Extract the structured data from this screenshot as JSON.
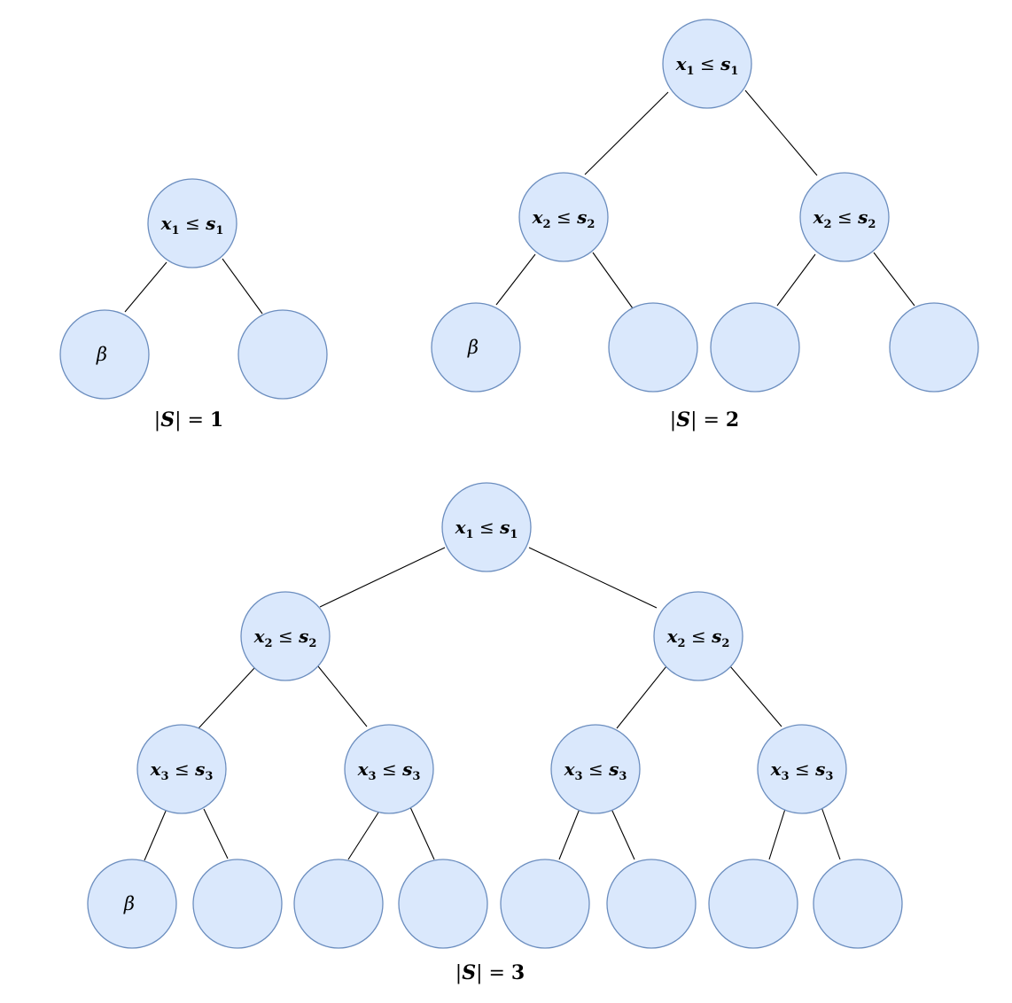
{
  "colors": {
    "node_fill": "#dae8fc",
    "node_stroke": "#6c8ebf",
    "edge": "#000000",
    "text": "#000000"
  },
  "labels": {
    "split_1": {
      "var": "x",
      "var_sub": "1",
      "op": "≤",
      "thr": "s",
      "thr_sub": "1"
    },
    "split_2": {
      "var": "x",
      "var_sub": "2",
      "op": "≤",
      "thr": "s",
      "thr_sub": "2"
    },
    "split_3": {
      "var": "x",
      "var_sub": "3",
      "op": "≤",
      "thr": "s",
      "thr_sub": "3"
    },
    "leaf_beta": "β"
  },
  "captions": [
    {
      "pipe_left": "|",
      "set": "S",
      "pipe_right": "|",
      "eq": "=",
      "value": "1"
    },
    {
      "pipe_left": "|",
      "set": "S",
      "pipe_right": "|",
      "eq": "=",
      "value": "2"
    },
    {
      "pipe_left": "|",
      "set": "S",
      "pipe_right": "|",
      "eq": "=",
      "value": "3"
    }
  ]
}
